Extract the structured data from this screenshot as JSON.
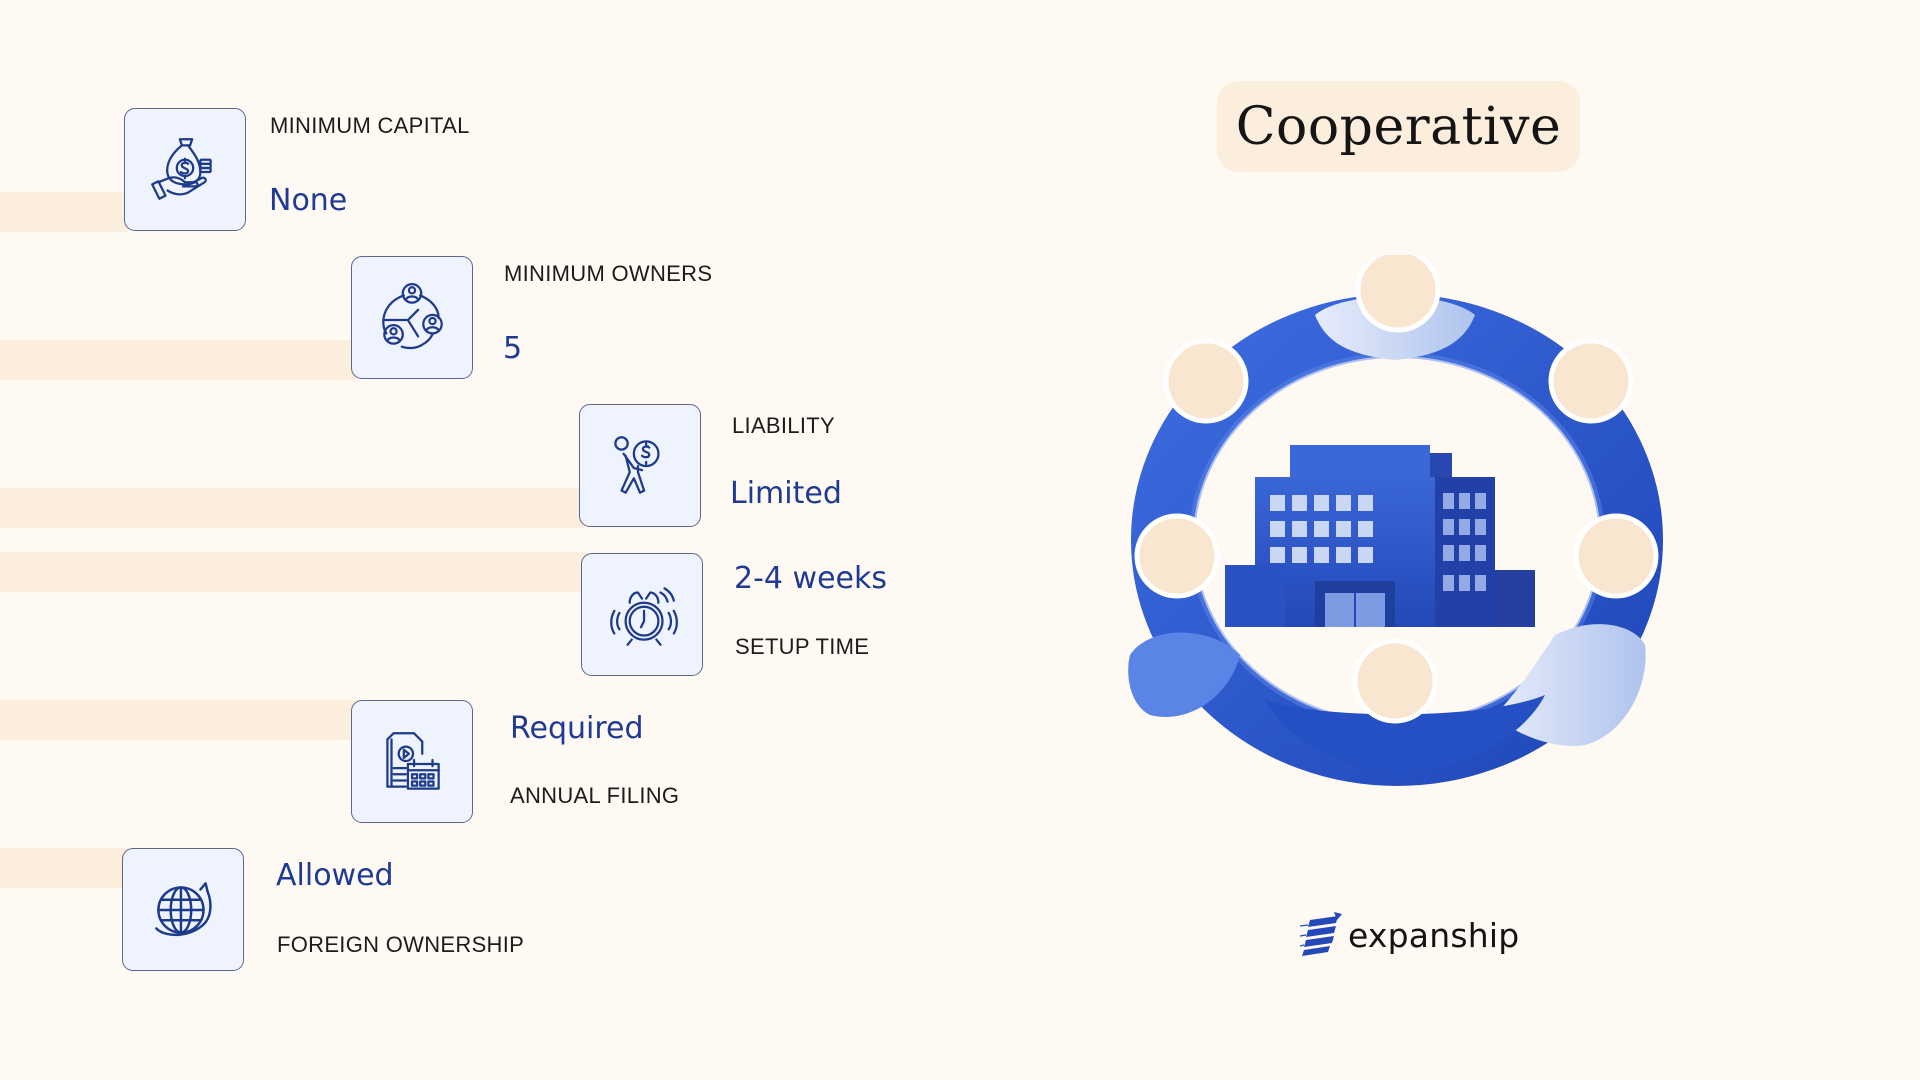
{
  "title": "Cooperative",
  "features": [
    {
      "label": "MINIMUM CAPITAL",
      "value": "None",
      "icon": "money-bag-hand-icon"
    },
    {
      "label": "MINIMUM OWNERS",
      "value": "5",
      "icon": "owners-network-icon"
    },
    {
      "label": "LIABILITY",
      "value": "Limited",
      "icon": "person-carrying-coin-icon"
    },
    {
      "label": "SETUP TIME",
      "value": "2-4 weeks",
      "icon": "alarm-clock-icon"
    },
    {
      "label": "ANNUAL FILING",
      "value": "Required",
      "icon": "document-calendar-icon"
    },
    {
      "label": "FOREIGN OWNERSHIP",
      "value": "Allowed",
      "icon": "globe-arrow-icon"
    }
  ],
  "illustration": {
    "icon": "cooperative-people-circle-building-icon"
  },
  "brand": {
    "name": "expanship",
    "icon": "expanship-logo-icon"
  },
  "colors": {
    "background": "#FEF9F2",
    "band": "#FCEEDC",
    "value_text": "#1F3A93",
    "icon_stroke": "#1E3A8A",
    "icon_box_fill": "#EEF3FE",
    "illustration_blue": "#2E5BD0",
    "head_color": "#F9E6D0"
  }
}
